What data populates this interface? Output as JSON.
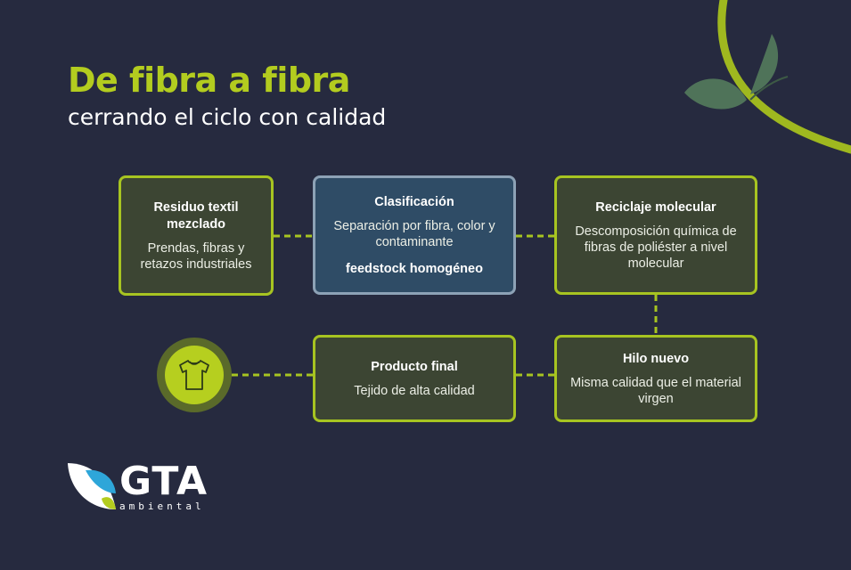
{
  "header": {
    "title": "De fibra a fibra",
    "subtitle": "cerrando el ciclo con calidad"
  },
  "nodes": [
    {
      "id": "residuo",
      "title": "Residuo textil mezclado",
      "description": "Prendas, fibras y retazos industriales"
    },
    {
      "id": "clasificacion",
      "title": "Clasificación",
      "description": "Separación por fibra, color y contaminante",
      "extra": "feedstock homogéneo"
    },
    {
      "id": "reciclaje",
      "title": "Reciclaje molecular",
      "description": "Descomposición química de fibras de poliéster a nivel molecular"
    },
    {
      "id": "hilo",
      "title": "Hilo nuevo",
      "description": "Misma calidad que el material virgen"
    },
    {
      "id": "producto",
      "title": "Producto final",
      "description": "Tejido de alta calidad"
    }
  ],
  "connections": [
    [
      "residuo",
      "clasificacion"
    ],
    [
      "clasificacion",
      "reciclaje"
    ],
    [
      "reciclaje",
      "hilo"
    ],
    [
      "hilo",
      "producto"
    ],
    [
      "producto",
      "tshirt"
    ]
  ],
  "icons": {
    "product": "tshirt-icon",
    "decoration": "leaf-vine-icon"
  },
  "logo": {
    "name": "GTA",
    "tagline": "ambiental"
  },
  "colors": {
    "background": "#262a3f",
    "accent": "#b3cc1f",
    "node_fill": "#3c4533",
    "node_border": "#a7c421",
    "highlight_fill": "#2f4c66",
    "highlight_border": "#8da2b6"
  }
}
